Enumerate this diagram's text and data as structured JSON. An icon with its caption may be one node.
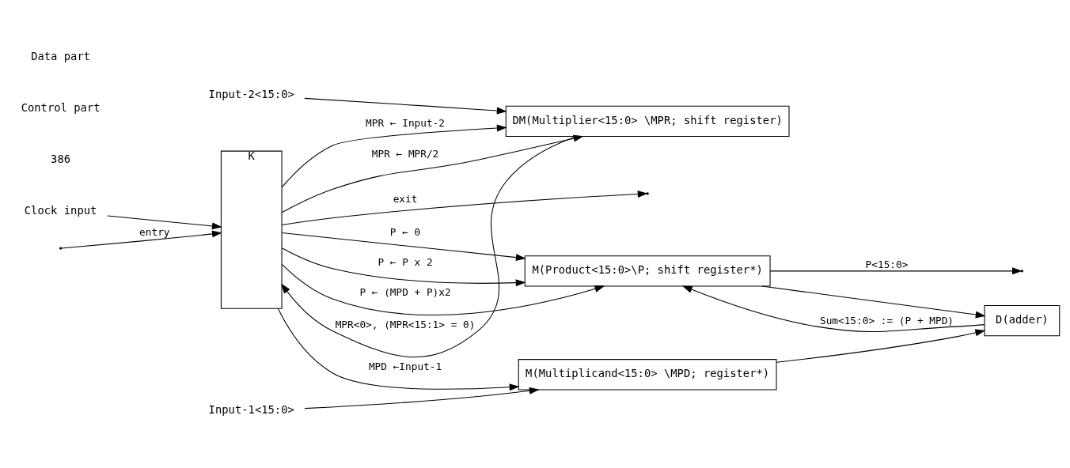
{
  "diagram": {
    "nodes": [
      {
        "text": [
          "K"
        ]
      },
      {
        "text": [
          "M(Product<15:0>\\P; shift register*)"
        ]
      },
      {
        "text": [
          "M(Multiplicand<15:0> \\MPD; register*)"
        ]
      },
      {
        "text": [
          "DM(Multiplier<15:0> \\MPR; shift register)"
        ]
      },
      {
        "text": [
          "D(adder)"
        ]
      },
      {
        "text": [
          "Clock input"
        ]
      },
      {
        "text": [
          "Input-1<15:0>"
        ]
      },
      {
        "text": [
          "Input-2<15:0>"
        ]
      }
    ],
    "edges": [
      {
        "from": 5,
        "to": 0,
        "arrow": "to"
      },
      {
        "from": 3,
        "to": 0,
        "arrow": "to",
        "label": "MPR<0>, (MPR<15:1> = 0)"
      },
      {
        "from": 0,
        "to": 1,
        "arrow": "to",
        "label": "P ← 0"
      },
      {
        "from": 0,
        "to": 1,
        "arrow": "to",
        "label": "P ← P x 2"
      },
      {
        "from": 0,
        "to": 1,
        "arrow": "to",
        "label": "P ← (MPD + P)x2"
      },
      {
        "from": 0,
        "to": 2,
        "arrow": "to",
        "label": "MPD ←Input-1"
      },
      {
        "from": 0,
        "to": 3,
        "arrow": "to",
        "label": "MPR ← Input-2"
      },
      {
        "from": 0,
        "to": 3,
        "arrow": "to",
        "label": "MPR ← MPR/2"
      },
      {
        "from": 6,
        "to": 2,
        "arrow": "to"
      },
      {
        "from": 7,
        "to": 3,
        "arrow": "to"
      },
      {
        "from": 1,
        "to": 4,
        "arrow": "to"
      },
      {
        "from": 2,
        "to": 4,
        "arrow": "to"
      },
      {
        "from": 4,
        "to": 1,
        "arrow": "to",
        "label": "Sum<15:0> := (P + MPD)"
      },
      {
        "from": 1,
        "to": null,
        "arrow": "to",
        "label": "P<15:0>"
      },
      {
        "from": 0,
        "to": null,
        "arrow": "to",
        "label": "exit"
      },
      {
        "from": null,
        "to": 0,
        "arrow": "to",
        "label": "entry"
      }
    ],
    "labels": [
      "386",
      "Control part",
      "Data part"
    ]
  }
}
